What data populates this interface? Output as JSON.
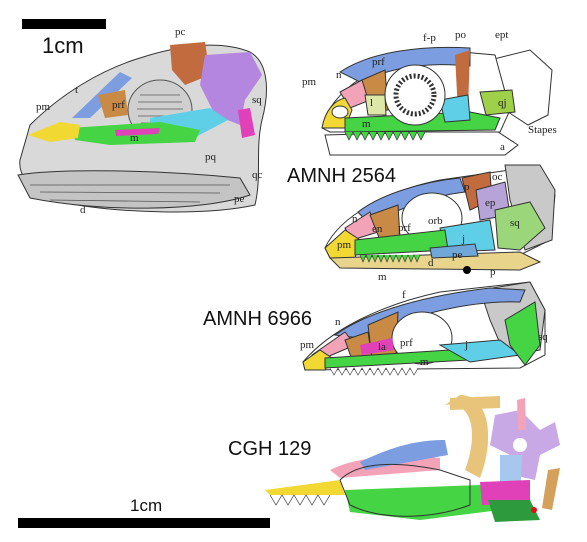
{
  "scale_bars": {
    "top_label": "1cm",
    "bottom_label": "1cm"
  },
  "specimens": {
    "amnh2564": "AMNH 2564",
    "amnh6966": "AMNH 6966",
    "cgh129": "CGH 129"
  },
  "panel1_labels": [
    "pc",
    "t",
    "prf",
    "pm",
    "sq",
    "pq",
    "qc",
    "pe",
    "d",
    "m"
  ],
  "panel2_labels": [
    "f-p",
    "po",
    "ept",
    "pm",
    "n",
    "prf",
    "l",
    "m",
    "qj",
    "a",
    "Stapes"
  ],
  "panel3_labels": [
    "oc",
    "p",
    "ep",
    "n",
    "en",
    "prf",
    "orb",
    "j",
    "sq",
    "pm",
    "m",
    "d",
    "pe"
  ],
  "panel4_labels": [
    "p",
    "f",
    "n",
    "pm",
    "la",
    "prf",
    "m",
    "j",
    "sq"
  ],
  "colors": {
    "premaxilla": "#f2d832",
    "nasal": "#f3a3b8",
    "frontal": "#7c9ee0",
    "prefrontal": "#c98a45",
    "maxilla": "#44d444",
    "jugal": "#5fcfe8",
    "squamosal": "#9bd67a",
    "parietal": "#c26b3e",
    "epipterygoid": "#b8a3d8",
    "dentary": "#e8d48a",
    "quadratojugal": "#9ed04a",
    "occiput": "#c9c9c9",
    "purple": "#b486e0",
    "magenta": "#e040b8"
  }
}
